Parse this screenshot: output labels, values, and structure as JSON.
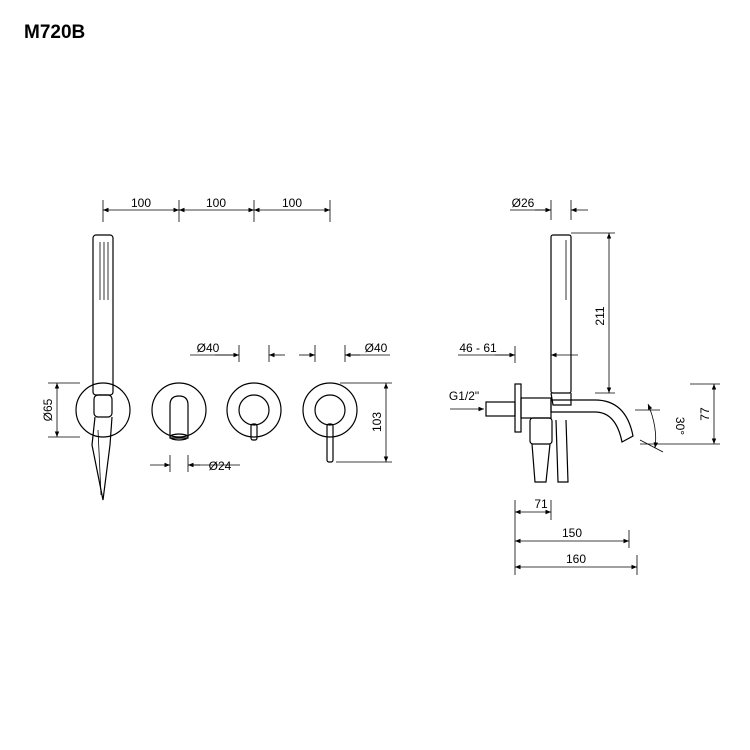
{
  "title": "M720B",
  "dims": {
    "spacing_1": "100",
    "spacing_2": "100",
    "spacing_3": "100",
    "dia_65": "Ø65",
    "dia_40_left": "Ø40",
    "dia_40_right": "Ø40",
    "dia_24": "Ø24",
    "height_103": "103",
    "dia_26": "Ø26",
    "height_211": "211",
    "range_46_61": "46 - 61",
    "thread": "G1/2\"",
    "angle_30": "30°",
    "height_77": "77",
    "length_71": "71",
    "length_150": "150",
    "length_160": "160"
  }
}
